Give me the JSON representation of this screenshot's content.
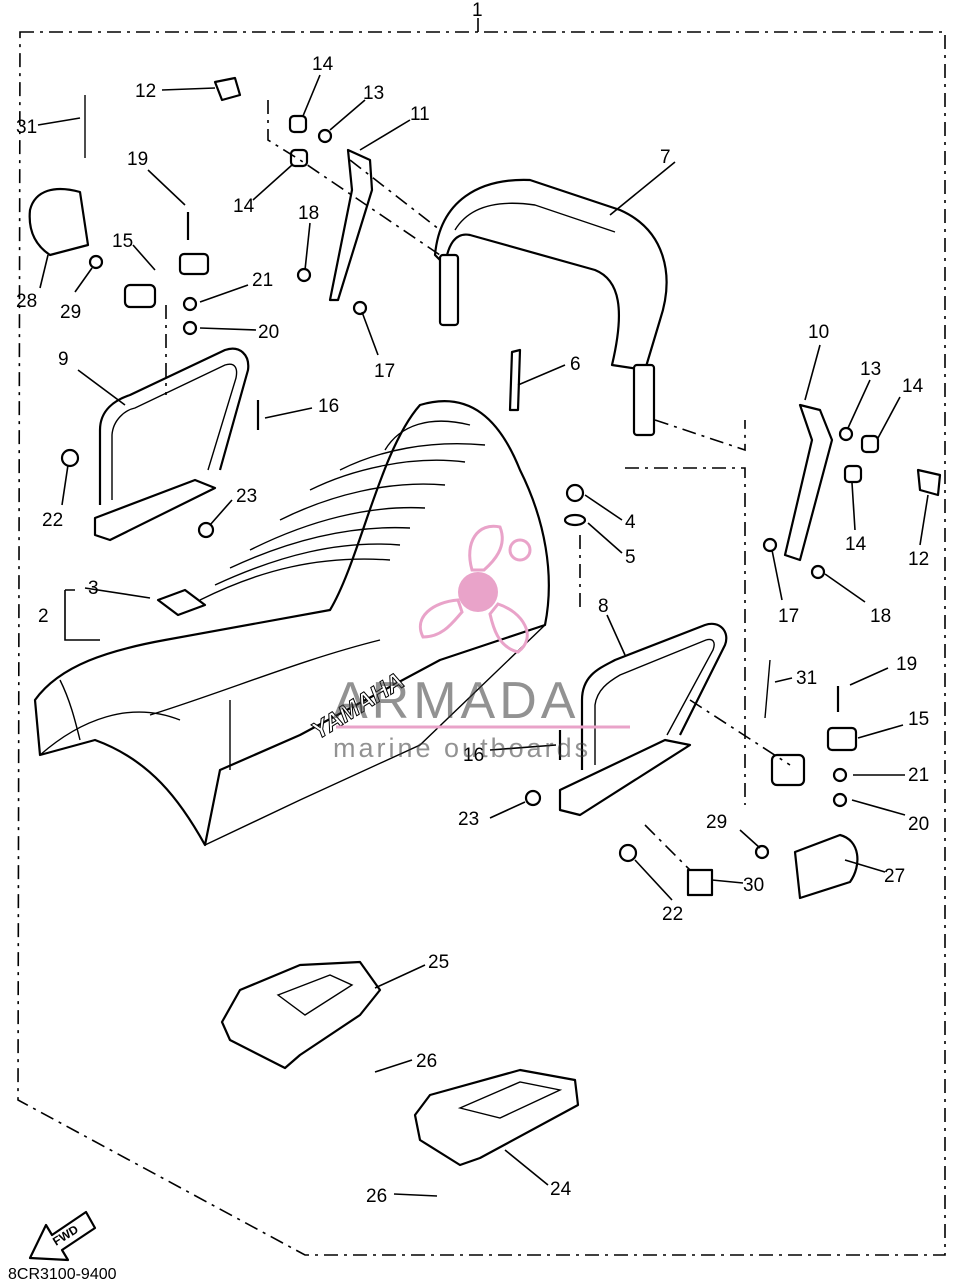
{
  "diagram": {
    "part_labels": [
      "1",
      "2",
      "3",
      "4",
      "5",
      "6",
      "7",
      "8",
      "9",
      "10",
      "11",
      "12",
      "12",
      "13",
      "13",
      "14",
      "14",
      "14",
      "14",
      "15",
      "15",
      "16",
      "16",
      "17",
      "17",
      "18",
      "18",
      "19",
      "19",
      "20",
      "20",
      "21",
      "21",
      "22",
      "22",
      "23",
      "23",
      "24",
      "25",
      "26",
      "26",
      "27",
      "28",
      "29",
      "29",
      "30",
      "31",
      "31"
    ],
    "drawing_code": "8CR3100-9400",
    "seat_brand": "YAMAHA",
    "fwd_marker": "FWD"
  },
  "watermark": {
    "brand": "ARMADA",
    "tagline": "marine outboards",
    "color": "#e9a3c9"
  }
}
